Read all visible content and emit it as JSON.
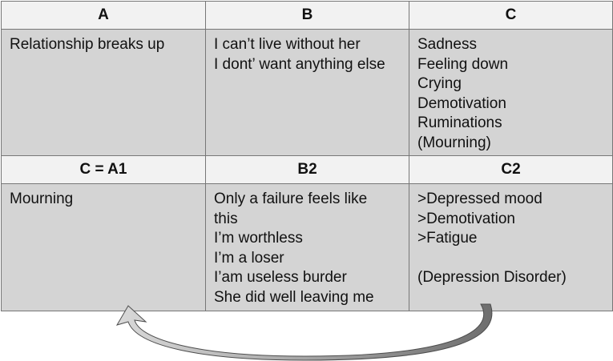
{
  "diagram": {
    "top_headers": [
      "A",
      "B",
      "C"
    ],
    "top_cells": [
      [
        "Relationship breaks up"
      ],
      [
        "I can’t live without her",
        "I dont’ want anything else"
      ],
      [
        "Sadness",
        "Feeling down",
        "Crying",
        "Demotivation",
        "Ruminations",
        "(Mourning)"
      ]
    ],
    "bottom_headers": [
      "C = A1",
      "B2",
      "C2"
    ],
    "bottom_cells": [
      [
        "Mourning"
      ],
      [
        "Only a failure feels like",
        "this",
        "I’m worthless",
        "I’m a loser",
        "I’am useless burder",
        "She did well leaving me"
      ],
      [
        ">Depressed mood",
        ">Demotivation",
        ">Fatigue",
        "",
        "(Depression Disorder)"
      ]
    ],
    "arrow": {
      "from": "C2",
      "to": "C = A1",
      "color": "#8c8c8c"
    }
  }
}
